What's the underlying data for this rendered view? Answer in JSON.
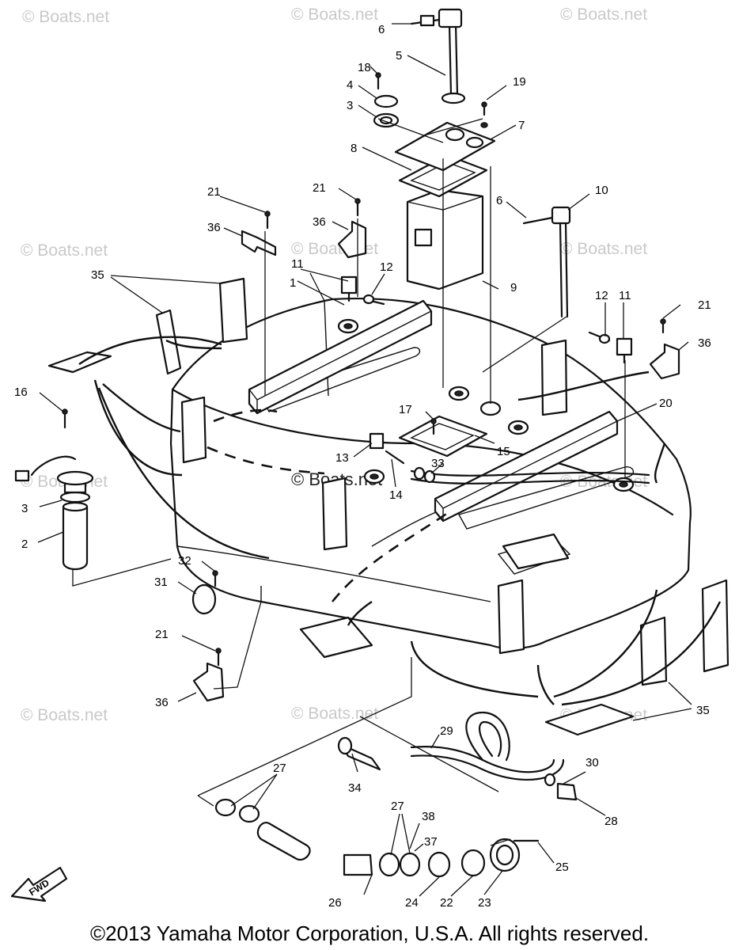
{
  "watermark": "© Boats.net",
  "copyright": "©2013 Yamaha Motor Corporation, U.S.A. All rights reserved.",
  "fwd_label": "FWD",
  "callouts": {
    "c1": "1",
    "c2": "2",
    "c3a": "3",
    "c3b": "3",
    "c4": "4",
    "c5": "5",
    "c6a": "6",
    "c6b": "6",
    "c7": "7",
    "c8": "8",
    "c9": "9",
    "c10": "10",
    "c11a": "11",
    "c11b": "11",
    "c12a": "12",
    "c12b": "12",
    "c13": "13",
    "c14": "14",
    "c15": "15",
    "c16": "16",
    "c17": "17",
    "c18": "18",
    "c19": "19",
    "c20": "20",
    "c21a": "21",
    "c21b": "21",
    "c21c": "21",
    "c21d": "21",
    "c22": "22",
    "c23": "23",
    "c24": "24",
    "c25": "25",
    "c26": "26",
    "c27a": "27",
    "c27b": "27",
    "c28": "28",
    "c29": "29",
    "c30": "30",
    "c31": "31",
    "c32": "32",
    "c33": "33",
    "c34": "34",
    "c35a": "35",
    "c35b": "35",
    "c36a": "36",
    "c36b": "36",
    "c36c": "36",
    "c36d": "36",
    "c37": "37",
    "c38": "38"
  }
}
